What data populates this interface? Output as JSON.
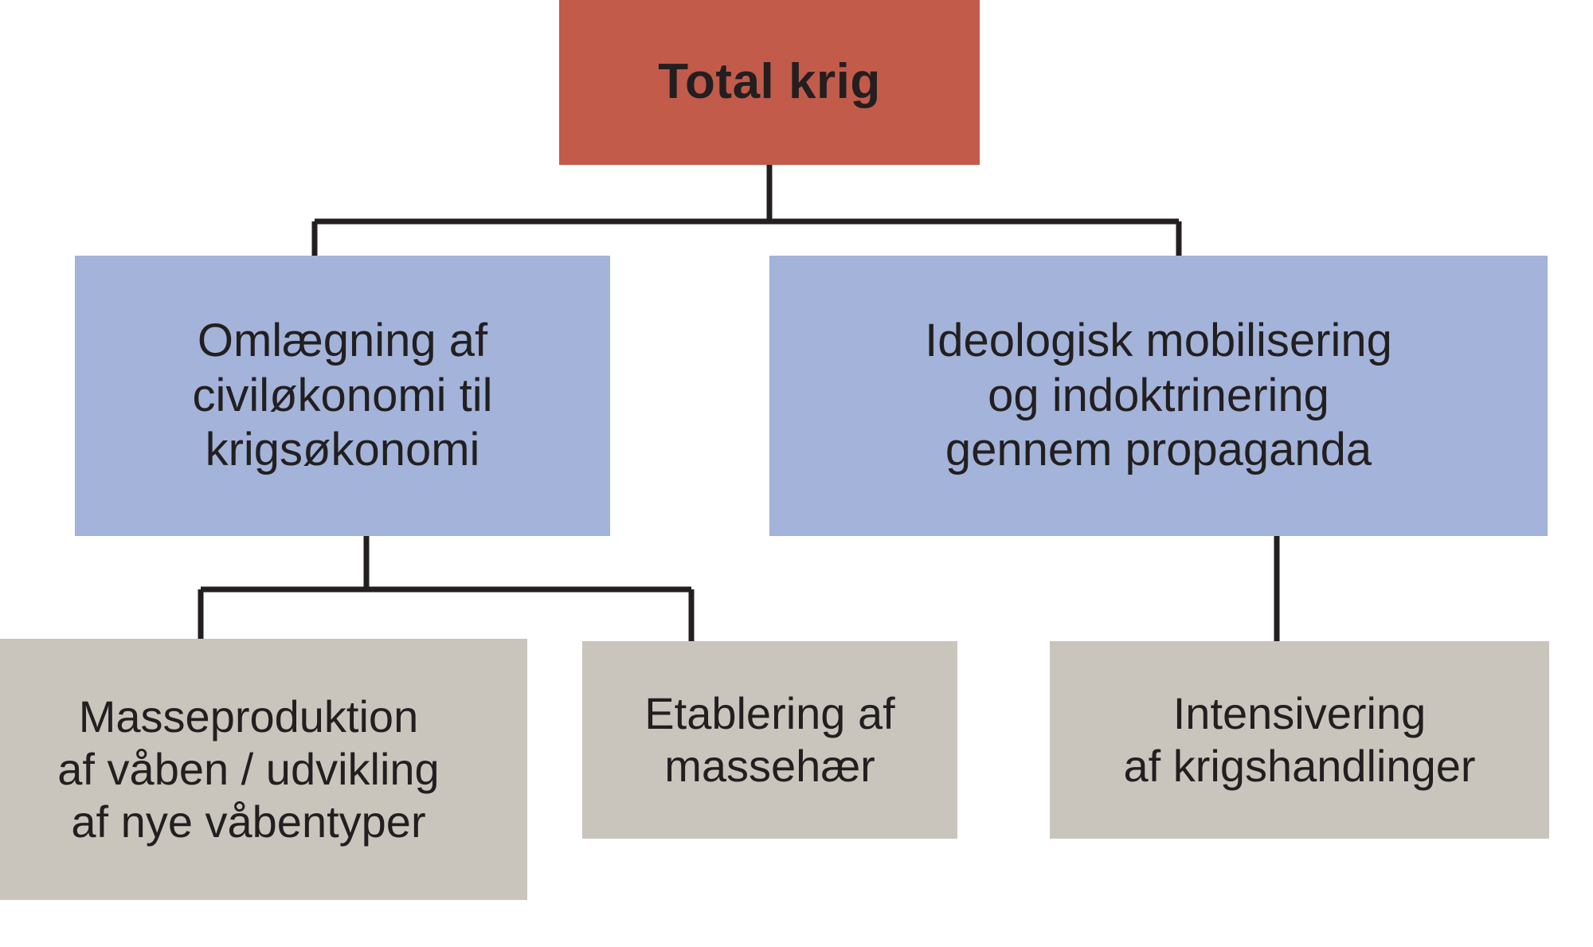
{
  "diagram": {
    "title": "Total krig",
    "type": "hierarchy-tree",
    "language": "da",
    "colors": {
      "root": "#C25B4A",
      "level2": "#A3B3D9",
      "level3": "#C9C5BD",
      "connector": "#231F20",
      "text": "#231F20",
      "background": "#FFFFFF"
    },
    "nodes": {
      "root": {
        "label": "Total krig",
        "level": 1
      },
      "level2": [
        {
          "id": "omlaegning",
          "label": "Omlægning af\nciviløkonomi til\nkrigsøkonomi",
          "level": 2
        },
        {
          "id": "ideologisk",
          "label": "Ideologisk mobilisering\nog indoktrinering\ngennem propaganda",
          "level": 2
        }
      ],
      "level3": [
        {
          "id": "masseproduktion",
          "label": "Masseproduktion\naf våben / udvikling\naf nye våbentyper",
          "level": 3,
          "parent": "omlaegning"
        },
        {
          "id": "massehær",
          "label": "Etablering af\nmassehær",
          "level": 3,
          "parent": "omlaegning"
        },
        {
          "id": "krigshandlinger",
          "label": "Intensivering\naf krigshandlinger",
          "level": 3,
          "parent": "ideologisk"
        }
      ]
    }
  }
}
